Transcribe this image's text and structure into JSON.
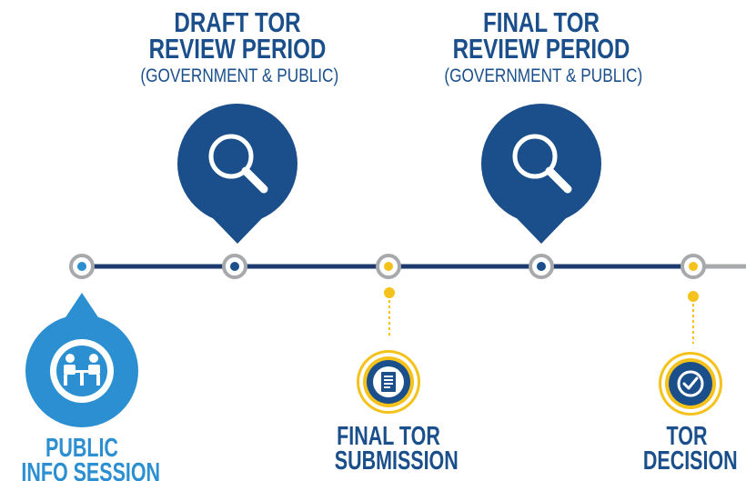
{
  "milestones_top": [
    {
      "title_line1": "DRAFT TOR",
      "title_line2": "REVIEW PERIOD",
      "subtitle": "(GOVERNMENT & PUBLIC)",
      "icon": "magnifier-icon"
    },
    {
      "title_line1": "FINAL TOR",
      "title_line2": "REVIEW PERIOD",
      "subtitle": "(GOVERNMENT & PUBLIC)",
      "icon": "magnifier-icon"
    }
  ],
  "milestones_bottom": [
    {
      "title_line1": "PUBLIC",
      "title_line2": "INFO SESSION",
      "icon": "meeting-table-icon",
      "color": "#2b8fd1"
    },
    {
      "title_line1": "FINAL TOR",
      "title_line2": "SUBMISSION",
      "icon": "document-icon",
      "color": "#1a4f8b"
    },
    {
      "title_line1": "TOR",
      "title_line2": "DECISION",
      "icon": "checkmark-badge-icon",
      "color": "#1a4f8b"
    }
  ],
  "colors": {
    "navy": "#1a4f8b",
    "dark_navy": "#1d3b6e",
    "light_blue": "#2b8fd1",
    "yellow": "#f5c21b",
    "gray": "#a7a9ac"
  }
}
